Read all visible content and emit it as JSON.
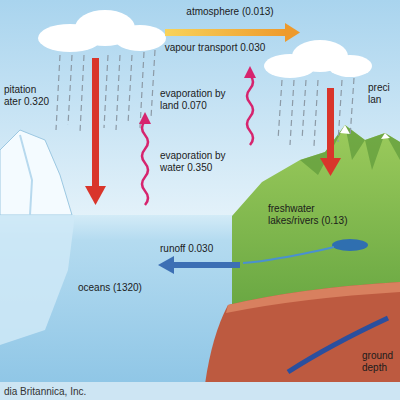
{
  "diagram": {
    "labels": [
      "atmosphere (0.013)",
      "vapour transport 0.030",
      "pitation ater 0.320",
      "preci lan",
      "evaporation by land 0.070",
      "evaporation by water 0.350",
      "freshwater lakes/rivers (0.13)",
      "runoff 0.030",
      "oceans (1320)",
      "ground depth",
      "dia Britannica, Inc."
    ]
  }
}
